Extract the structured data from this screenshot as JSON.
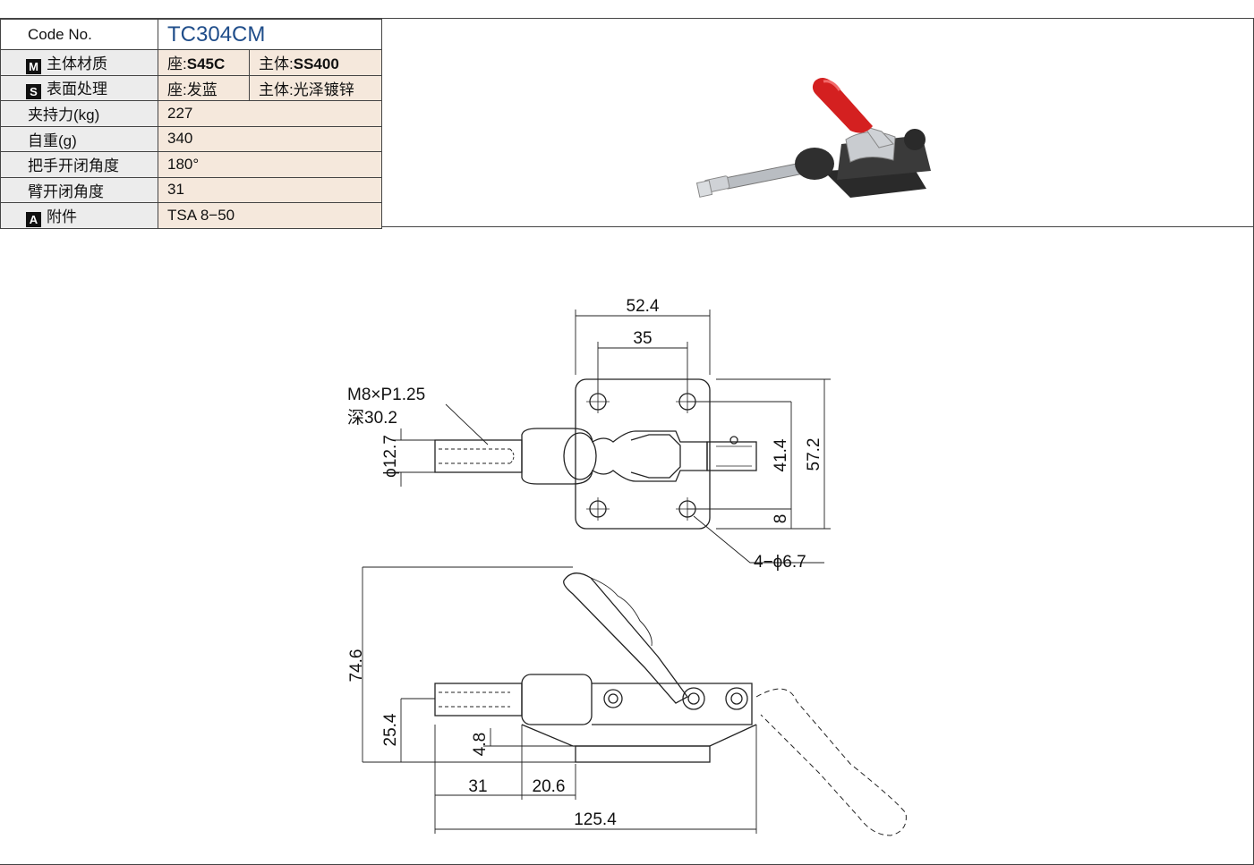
{
  "spec": {
    "code": {
      "label": "Code No.",
      "value": "TC304CM"
    },
    "material": {
      "tag": "M",
      "label": "主体材质",
      "seat_prefix": "座:",
      "seat_value": "S45C",
      "body_prefix": "主体:",
      "body_value": "SS400"
    },
    "surface": {
      "tag": "S",
      "label": "表面处理",
      "seat": "座:发蓝",
      "body": "主体:光泽镀锌"
    },
    "clamp_force": {
      "label": "夹持力(kg)",
      "value": "227"
    },
    "weight": {
      "label": "自重(g)",
      "value": "340"
    },
    "handle_angle": {
      "label": "把手开闭角度",
      "value": "180°"
    },
    "arm_angle": {
      "label": "臂开闭角度",
      "value": "31"
    },
    "accessory": {
      "tag": "A",
      "label": "附件",
      "value": "TSA 8−50"
    }
  },
  "drawing": {
    "plan_width": "52.4",
    "hole_pitch_x": "35",
    "thread_line1": "M8×P1.25",
    "thread_line2": "深30.2",
    "shaft_dia": "ϕ12.7",
    "hole_pitch_y": "41.4",
    "plan_height": "57.2",
    "hole_offset": "8",
    "holes": "4−ϕ6.7",
    "height_total": "74.6",
    "shaft_height": "25.4",
    "base_thickness": "4.8",
    "len_31": "31",
    "len_20_6": "20.6",
    "overall_length": "125.4"
  },
  "colors": {
    "handle_grip": "#d42020",
    "code_text": "#1f4d8a",
    "value_bg": "#f5e8dc",
    "label_bg": "#ececec"
  }
}
